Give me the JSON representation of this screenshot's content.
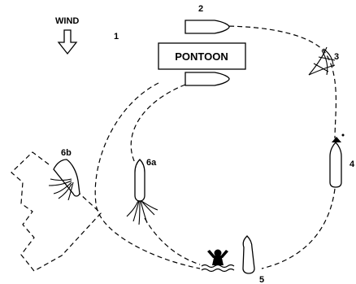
{
  "diagram": {
    "wind_label": "WIND",
    "pontoon_label": "PONTOON",
    "position_labels": {
      "p1": "1",
      "p2": "2",
      "p3": "3",
      "p4": "4",
      "p5": "5",
      "p6a": "6a",
      "p6b": "6b"
    }
  }
}
